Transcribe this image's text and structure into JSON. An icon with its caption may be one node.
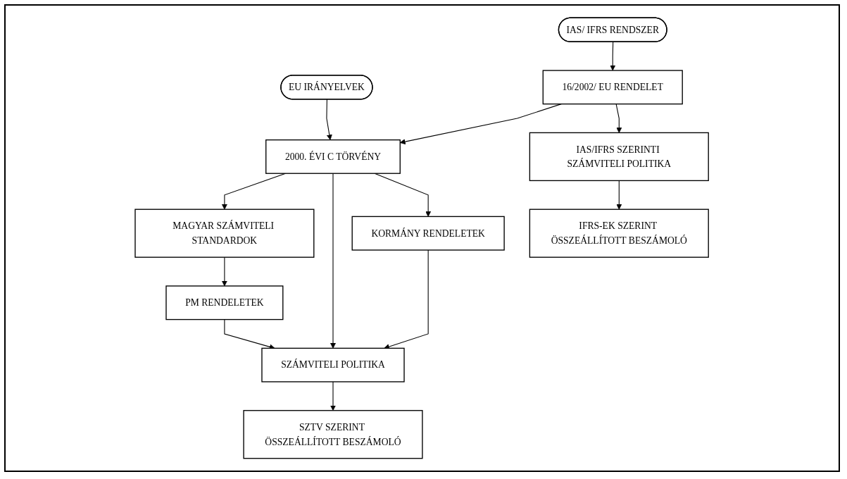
{
  "diagram": {
    "nodes": [
      {
        "text": [
          "IAS/ IFRS RENDSZER"
        ]
      },
      {
        "text": [
          "EU IRÁNYELVEK"
        ]
      },
      {
        "text": [
          "16/2002/ EU RENDELET"
        ]
      },
      {
        "text": [
          "2000. ÉVI C TÖRVÉNY"
        ]
      },
      {
        "text": [
          "IAS/IFRS SZERINTI SZÁMVITELI POLITIKA"
        ]
      },
      {
        "text": [
          "MAGYAR SZÁMVITELI STANDARDOK"
        ]
      },
      {
        "text": [
          "KORMÁNY RENDELETEK"
        ]
      },
      {
        "text": [
          "PM RENDELETEK"
        ]
      },
      {
        "text": [
          "SZÁMVITELI POLITIKA"
        ]
      },
      {
        "text": [
          "IFRS-EK SZERINT ÖSSZEÁLLÍTOTT BESZÁMOLÓ"
        ]
      },
      {
        "text": [
          "SZTV SZERINT ÖSSZEÁLLÍTOTT BESZÁMOLÓ"
        ]
      }
    ],
    "edges": [
      {
        "from": 0,
        "to": 2,
        "arrow": "to"
      },
      {
        "from": 1,
        "to": 3,
        "arrow": "to"
      },
      {
        "from": 2,
        "to": 3,
        "arrow": "to"
      },
      {
        "from": 2,
        "to": 4,
        "arrow": "to"
      },
      {
        "from": 3,
        "to": 5,
        "arrow": "to"
      },
      {
        "from": 3,
        "to": 8,
        "arrow": "to"
      },
      {
        "from": 3,
        "to": 6,
        "arrow": "to"
      },
      {
        "from": 5,
        "to": 7,
        "arrow": "to"
      },
      {
        "from": 7,
        "to": 8,
        "arrow": "to"
      },
      {
        "from": 6,
        "to": 8,
        "arrow": "to"
      },
      {
        "from": 4,
        "to": 9,
        "arrow": "to"
      },
      {
        "from": 8,
        "to": 10,
        "arrow": "to"
      }
    ]
  }
}
